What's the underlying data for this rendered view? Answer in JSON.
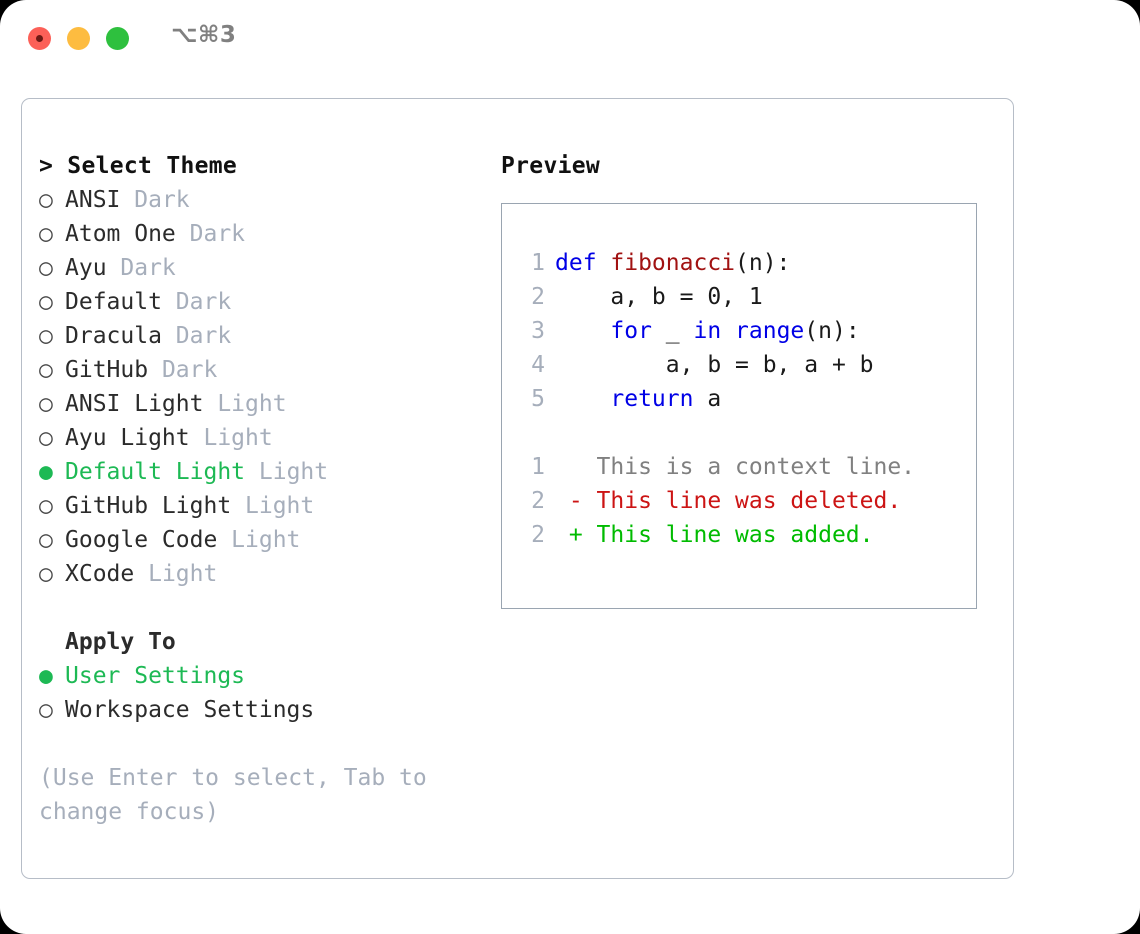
{
  "titlebar": {
    "shortcut": "⌥⌘3",
    "buttons": [
      {
        "name": "close",
        "color": "#fc6058"
      },
      {
        "name": "minimize",
        "color": "#fdbc40"
      },
      {
        "name": "maximize",
        "color": "#2ec03e"
      }
    ]
  },
  "colors": {
    "selected_green": "#1db954",
    "tag_gray": "#a6aebb",
    "keyword_blue": "#0000e6",
    "function_red": "#a11212",
    "diff_delete_red": "#cc1414",
    "diff_add_green": "#00bb00",
    "panel_border": "#b6bdc7",
    "preview_border": "#9aa5b1"
  },
  "theme_list": {
    "heading": "> Select Theme",
    "marker_selected": "●",
    "marker_unselected": "○",
    "items": [
      {
        "name": "ANSI",
        "tag": "Dark",
        "selected": false
      },
      {
        "name": "Atom One",
        "tag": "Dark",
        "selected": false
      },
      {
        "name": "Ayu",
        "tag": "Dark",
        "selected": false
      },
      {
        "name": "Default",
        "tag": "Dark",
        "selected": false
      },
      {
        "name": "Dracula",
        "tag": "Dark",
        "selected": false
      },
      {
        "name": "GitHub",
        "tag": "Dark",
        "selected": false
      },
      {
        "name": "ANSI Light",
        "tag": "Light",
        "selected": false
      },
      {
        "name": "Ayu Light",
        "tag": "Light",
        "selected": false
      },
      {
        "name": "Default Light",
        "tag": "Light",
        "selected": true
      },
      {
        "name": "GitHub Light",
        "tag": "Light",
        "selected": false
      },
      {
        "name": "Google Code",
        "tag": "Light",
        "selected": false
      },
      {
        "name": "XCode",
        "tag": "Light",
        "selected": false
      }
    ]
  },
  "apply_to": {
    "heading": "Apply To",
    "items": [
      {
        "name": "User Settings",
        "selected": true
      },
      {
        "name": "Workspace Settings",
        "selected": false
      }
    ]
  },
  "hint": "(Use Enter to select, Tab to change focus)",
  "preview": {
    "title": "Preview",
    "code_lines": [
      {
        "num": "1",
        "tokens": [
          {
            "text": "def ",
            "kind": "kw"
          },
          {
            "text": "fibonacci",
            "kind": "fn"
          },
          {
            "text": "(n):",
            "kind": "plain"
          }
        ]
      },
      {
        "num": "2",
        "tokens": [
          {
            "text": "    a, b = 0, 1",
            "kind": "plain"
          }
        ]
      },
      {
        "num": "3",
        "tokens": [
          {
            "text": "    ",
            "kind": "plain"
          },
          {
            "text": "for",
            "kind": "kw"
          },
          {
            "text": " _ ",
            "kind": "plain"
          },
          {
            "text": "in",
            "kind": "kw"
          },
          {
            "text": " ",
            "kind": "plain"
          },
          {
            "text": "range",
            "kind": "kw"
          },
          {
            "text": "(n):",
            "kind": "plain"
          }
        ]
      },
      {
        "num": "4",
        "tokens": [
          {
            "text": "        a, b = b, a + b",
            "kind": "plain"
          }
        ]
      },
      {
        "num": "5",
        "tokens": [
          {
            "text": "    ",
            "kind": "plain"
          },
          {
            "text": "return",
            "kind": "kw"
          },
          {
            "text": " a",
            "kind": "plain"
          }
        ]
      }
    ],
    "diff_lines": [
      {
        "num": "1",
        "sign": " ",
        "text": "This is a context line.",
        "kind": "ctx"
      },
      {
        "num": "2",
        "sign": "-",
        "text": "This line was deleted.",
        "kind": "del"
      },
      {
        "num": "2",
        "sign": "+",
        "text": "This line was added.",
        "kind": "add"
      }
    ]
  }
}
